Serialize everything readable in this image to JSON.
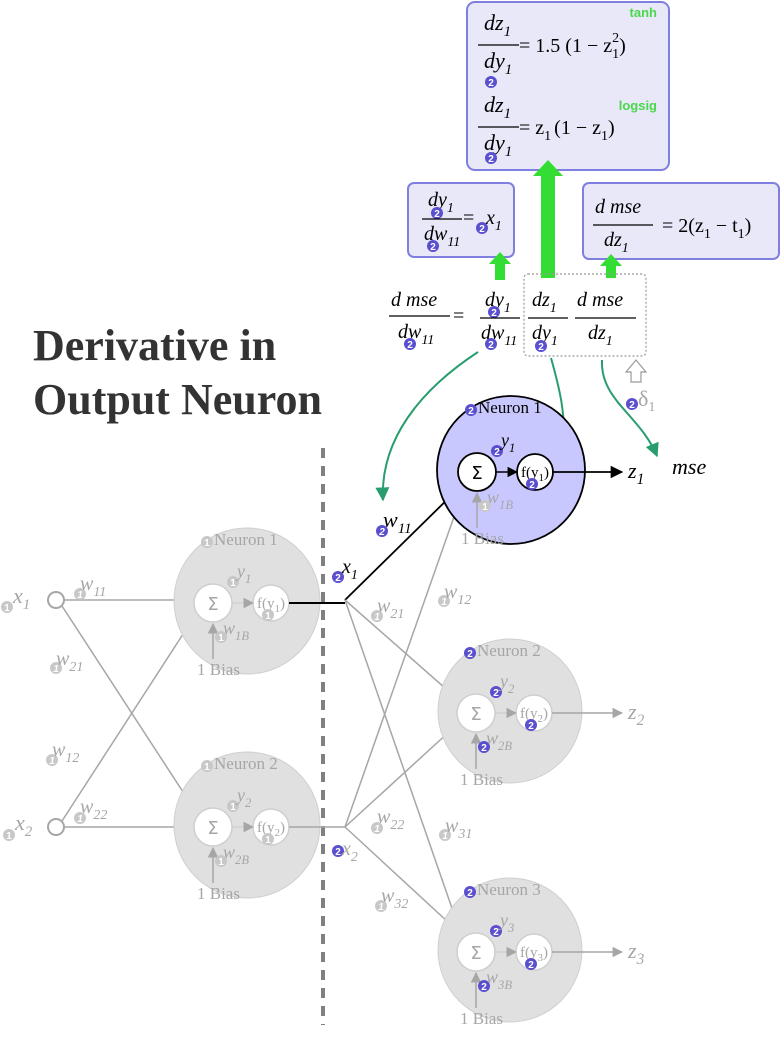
{
  "title": {
    "line1": "Derivative in",
    "line2": "Output Neuron"
  },
  "colors": {
    "box_fill": "#e8e8f8",
    "box_stroke": "#7f7fe0",
    "highlight_neuron": "#c8c8ff",
    "gray_neuron": "#e0e0e0",
    "gray_text": "#a6a6a6",
    "arrow_green": "#2a9d6e",
    "bright_green": "#33dd33",
    "label_green": "#4ad84a",
    "badge": "#5a4fcf"
  },
  "badges": {
    "layer1": "1",
    "layer2": "2"
  },
  "boxes": {
    "activation": {
      "tanh_label": "tanh",
      "tanh_num": "dz",
      "tanh_num_sub": "1",
      "tanh_den": "dy",
      "tanh_den_sub": "1",
      "tanh_rhs": "= 1.5 (1 − z",
      "tanh_rhs_sup": "2",
      "tanh_rhs_sub": "1",
      "tanh_rhs_end": ")",
      "logsig_label": "logsig",
      "logsig_num": "dz",
      "logsig_num_sub": "1",
      "logsig_den": "dy",
      "logsig_den_sub": "1",
      "logsig_rhs": "= z",
      "logsig_rhs_sub": "1",
      "logsig_rhs_mid": "(1 − z",
      "logsig_rhs_sub2": "1",
      "logsig_rhs_end": ")"
    },
    "weight": {
      "num": "dy",
      "num_sub": "1",
      "den": "dw",
      "den_sub": "11",
      "rhs": "=",
      "rhs_var": "x",
      "rhs_sub": "1"
    },
    "error": {
      "num": "d mse",
      "den": "dz",
      "den_sub": "1",
      "rhs": "= 2(z",
      "rhs_sub1": "1",
      "rhs_mid": " − t",
      "rhs_sub2": "1",
      "rhs_end": ")"
    }
  },
  "chain": {
    "lhs_num": "d mse",
    "lhs_den": "dw",
    "lhs_den_sub": "11",
    "eq": "=",
    "f1_num": "dy",
    "f1_num_sub": "1",
    "f1_den": "dw",
    "f1_den_sub": "11",
    "f2_num": "dz",
    "f2_num_sub": "1",
    "f2_den": "dy",
    "f2_den_sub": "1",
    "f3_num": "d mse",
    "f3_den": "dz",
    "f3_den_sub": "1",
    "delta": "δ",
    "delta_sub": "1"
  },
  "inputs": [
    {
      "var": "x",
      "sub": "1"
    },
    {
      "var": "x",
      "sub": "2"
    }
  ],
  "hidden": [
    {
      "label": "Neuron 1",
      "y_var": "y",
      "y_sub": "1",
      "f": "f(y",
      "f_sub": "1",
      "f_end": ")",
      "wb": "w",
      "wb_sub": "1B",
      "bias": "1  Bias",
      "out": "x",
      "out_sub": "1"
    },
    {
      "label": "Neuron 2",
      "y_var": "y",
      "y_sub": "2",
      "f": "f(y",
      "f_sub": "2",
      "f_end": ")",
      "wb": "w",
      "wb_sub": "2B",
      "bias": "1  Bias",
      "out": "x",
      "out_sub": "2"
    }
  ],
  "hidden_weights": [
    {
      "var": "w",
      "sub": "11"
    },
    {
      "var": "w",
      "sub": "21"
    },
    {
      "var": "w",
      "sub": "12"
    },
    {
      "var": "w",
      "sub": "22"
    }
  ],
  "output": [
    {
      "label": "Neuron 1",
      "y_var": "y",
      "y_sub": "1",
      "f": "f(y",
      "f_sub": "1",
      "f_end": ")",
      "wb": "w",
      "wb_sub": "1B",
      "bias": "1  Bias",
      "z": "z",
      "z_sub": "1"
    },
    {
      "label": "Neuron 2",
      "y_var": "y",
      "y_sub": "2",
      "f": "f(y",
      "f_sub": "2",
      "f_end": ")",
      "wb": "w",
      "wb_sub": "2B",
      "bias": "1  Bias",
      "z": "z",
      "z_sub": "2"
    },
    {
      "label": "Neuron 3",
      "y_var": "y",
      "y_sub": "3",
      "f": "f(y",
      "f_sub": "3",
      "f_end": ")",
      "wb": "w",
      "wb_sub": "3B",
      "bias": "1  Bias",
      "z": "z",
      "z_sub": "3"
    }
  ],
  "output_weights": [
    {
      "var": "w",
      "sub": "11"
    },
    {
      "var": "w",
      "sub": "21"
    },
    {
      "var": "w",
      "sub": "12"
    },
    {
      "var": "w",
      "sub": "22"
    },
    {
      "var": "w",
      "sub": "31"
    },
    {
      "var": "w",
      "sub": "32"
    }
  ],
  "sum_symbol": "Σ",
  "mse": "mse"
}
